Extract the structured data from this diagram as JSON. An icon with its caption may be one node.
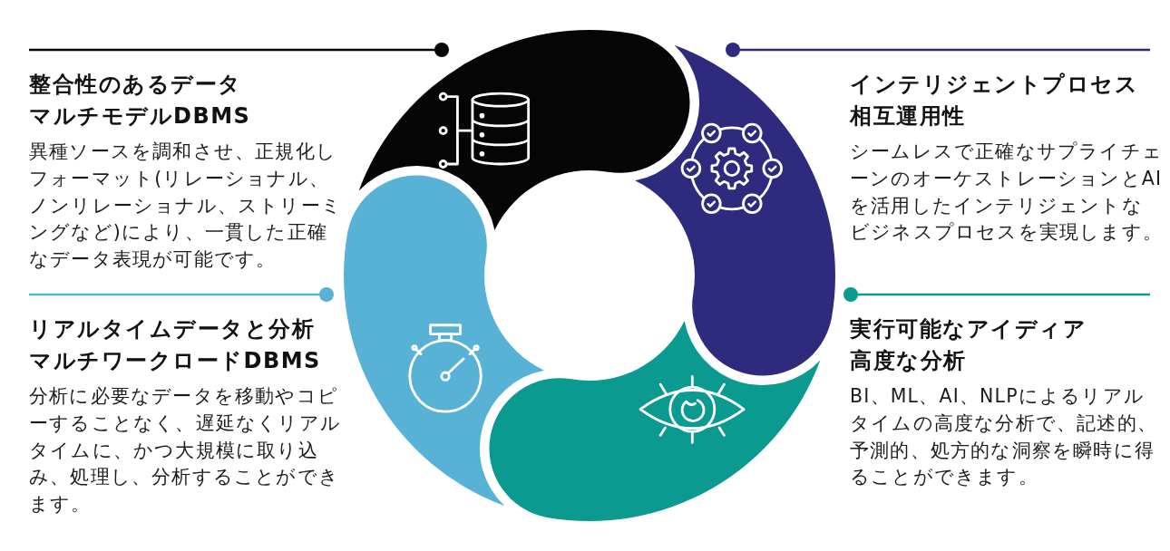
{
  "diagram": {
    "nodes": [
      {
        "text": [],
        "shape": "arc",
        "beside": [
          "整合性のあるデータ",
          "マルチモデルDBMS",
          "異種ソースを調和させ、正規化しフォーマット(リレーショナル、ノンリレーショナル、ストリーミングなど)により、一貫した正確なデータ表現が可能です。"
        ]
      },
      {
        "text": [],
        "shape": "arc",
        "beside": [
          "インテリジェントプロセス",
          "相互運用性",
          "シームレスで正確なサプライチェーンのオーケストレーションとAIを活用したインテリジェントなビジネスプロセスを実現します。"
        ]
      },
      {
        "text": [],
        "shape": "arc",
        "beside": [
          "リアルタイムデータと分析",
          "マルチワークロードDBMS",
          "分析に必要なデータを移動やコピーすることなく、遅延なくリアルタイムに、かつ大規模に取り込み、処理し、分析することができます。"
        ]
      },
      {
        "text": [],
        "shape": "arc",
        "beside": [
          "実行可能なアイディア",
          "高度な分析",
          "BI、ML、AI、NLPによるリアルタイムの高度な分析で、記述的、予測的、処方的な洞察を瞬時に得ることができます。"
        ]
      }
    ]
  }
}
